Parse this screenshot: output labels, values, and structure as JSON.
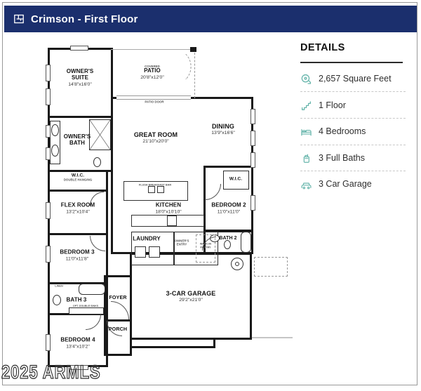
{
  "header": {
    "title": "Crimson - First Floor"
  },
  "colors": {
    "header_bg": "#1b2f6d",
    "accent": "#66b5ab",
    "wall": "#191919"
  },
  "details": {
    "title": "DETAILS",
    "items": [
      {
        "icon": "area-icon",
        "label": "2,657 Square Feet"
      },
      {
        "icon": "stairs-icon",
        "label": "1 Floor"
      },
      {
        "icon": "bed-icon",
        "label": "4 Bedrooms"
      },
      {
        "icon": "bath-icon",
        "label": "3 Full Baths"
      },
      {
        "icon": "garage-icon",
        "label": "3 Car Garage"
      }
    ]
  },
  "floorplan": {
    "rooms": {
      "owners_suite": {
        "name": "OWNER'S SUITE",
        "dims": "14'8\"x16'0\""
      },
      "patio": {
        "note": "COVERED",
        "name": "PATIO",
        "dims": "20'8\"x12'0\""
      },
      "great_room": {
        "name": "GREAT ROOM",
        "dims": "21'10\"x20'0\""
      },
      "dining": {
        "name": "DINING",
        "dims": "13'9\"x16'6\""
      },
      "owners_bath": {
        "name": "OWNER'S BATH"
      },
      "wic_owners": {
        "name": "W.I.C.",
        "note": "DOUBLE HANGING"
      },
      "flex_room": {
        "name": "FLEX ROOM",
        "dims": "13'2\"x10'4\""
      },
      "kitchen": {
        "name": "KITCHEN",
        "dims": "18'0\"x10'10\""
      },
      "bedroom_2": {
        "name": "BEDROOM 2",
        "dims": "11'0\"x11'0\""
      },
      "wic_bedroom2": {
        "name": "W.I.C."
      },
      "laundry": {
        "name": "LAUNDRY"
      },
      "owners_entry": {
        "name": "OWNER'S ENTRY"
      },
      "bath_2": {
        "name": "BATH 2"
      },
      "bedroom_3": {
        "name": "BEDROOM 3",
        "dims": "11'0\"x11'8\""
      },
      "bath_3": {
        "name": "BATH 3"
      },
      "foyer": {
        "name": "FOYER"
      },
      "porch": {
        "name": "PORCH"
      },
      "bedroom_4": {
        "name": "BEDROOM 4",
        "dims": "13'4\"x10'2\""
      },
      "garage": {
        "name": "3-CAR GARAGE",
        "dims": "29'2\"x21'0\""
      }
    },
    "annotations": {
      "island": "FLUSH BREAKFAST BAR",
      "patio_door": "PATIO DOOR",
      "walk_in_pantry": "WALK-IN PANTRY",
      "linen": "LINEN",
      "opt_double_sinks": "OPT. DOUBLE SINKS"
    },
    "watermark": "2025 ARMLS"
  }
}
